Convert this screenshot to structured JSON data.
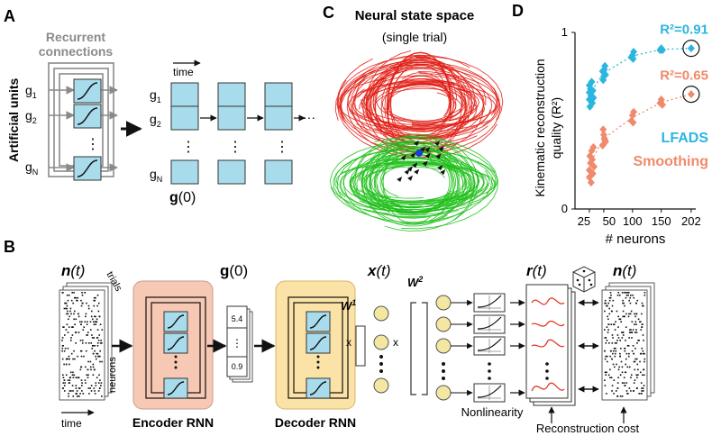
{
  "panels": {
    "a": "A",
    "b": "B",
    "c": "C",
    "d": "D"
  },
  "panel_a": {
    "recurrent_line1": "Recurrent",
    "recurrent_line2": "connections",
    "artificial_units": "Artificial units",
    "g1": "g",
    "g1_sub": "1",
    "g2": "g",
    "g2_sub": "2",
    "gN": "g",
    "gN_sub": "N",
    "vdots": "⋮",
    "time": "time",
    "ellipsis": "···",
    "g0_bold": "g",
    "g0_rest": "(0)"
  },
  "panel_c": {
    "title": "Neural state space",
    "subtitle": "(single trial)",
    "colors": {
      "red": "#e01b12",
      "green": "#1fbf1a",
      "blue": "#1a3bd6"
    }
  },
  "panel_b": {
    "n_t_bold": "n",
    "n_t_rest": "(t)",
    "trials": "trials",
    "neurons": "neurons",
    "time": "time",
    "encoder": "Encoder RNN",
    "g0_bold": "g",
    "g0_rest": "(0)",
    "g0_top": "5.4",
    "g0_dots": "⋮",
    "g0_bot": "0.9",
    "decoder": "Decoder RNN",
    "x_t_bold": "x",
    "x_t_rest": "(t)",
    "w1": "W",
    "w1_sup": "1",
    "w2": "W",
    "w2_sup": "2",
    "times": "x",
    "r_t_bold": "r",
    "r_t_rest": "(t)",
    "n_t2_bold": "n",
    "n_t2_rest": "(t)",
    "nonlinearity": "Nonlinearity",
    "reconstruction": "Reconstruction cost",
    "colors": {
      "encoder_fill": "#f7c9b5",
      "decoder_fill": "#fbe2a6",
      "unit_fill": "#a8dcec",
      "node_fill": "#f4e7a1"
    }
  },
  "chart_data": {
    "type": "scatter",
    "xlabel": "# neurons",
    "ylabel": "Kinematic reconstruction quality (R²)",
    "xlim": [
      0,
      210
    ],
    "ylim": [
      0,
      1
    ],
    "x_ticks": [
      "25",
      "50",
      "100",
      "150",
      "202"
    ],
    "x_tick_values": [
      25,
      50,
      100,
      150,
      202
    ],
    "y_ticks": [
      "0",
      "1"
    ],
    "series": [
      {
        "name": "LFADS",
        "color": "#2bb6e0",
        "label": "R²=0.91",
        "points": [
          [
            25,
            0.66
          ],
          [
            25,
            0.62
          ],
          [
            25,
            0.7
          ],
          [
            26,
            0.58
          ],
          [
            27,
            0.68
          ],
          [
            28,
            0.64
          ],
          [
            29,
            0.72
          ],
          [
            30,
            0.6
          ],
          [
            31,
            0.67
          ],
          [
            32,
            0.63
          ],
          [
            48,
            0.78
          ],
          [
            50,
            0.75
          ],
          [
            52,
            0.81
          ],
          [
            49,
            0.73
          ],
          [
            51,
            0.79
          ],
          [
            53,
            0.76
          ],
          [
            98,
            0.86
          ],
          [
            100,
            0.87
          ],
          [
            102,
            0.89
          ],
          [
            101,
            0.85
          ],
          [
            148,
            0.9
          ],
          [
            150,
            0.91
          ],
          [
            152,
            0.9
          ],
          [
            202,
            0.91
          ]
        ]
      },
      {
        "name": "Smoothing",
        "color": "#f08a6c",
        "label": "R²=0.65",
        "points": [
          [
            25,
            0.22
          ],
          [
            25,
            0.18
          ],
          [
            26,
            0.3
          ],
          [
            27,
            0.26
          ],
          [
            28,
            0.15
          ],
          [
            29,
            0.33
          ],
          [
            30,
            0.28
          ],
          [
            31,
            0.2
          ],
          [
            32,
            0.35
          ],
          [
            33,
            0.24
          ],
          [
            48,
            0.36
          ],
          [
            50,
            0.42
          ],
          [
            52,
            0.39
          ],
          [
            49,
            0.45
          ],
          [
            51,
            0.4
          ],
          [
            53,
            0.38
          ],
          [
            98,
            0.5
          ],
          [
            100,
            0.53
          ],
          [
            102,
            0.55
          ],
          [
            101,
            0.49
          ],
          [
            148,
            0.6
          ],
          [
            150,
            0.62
          ],
          [
            152,
            0.59
          ],
          [
            202,
            0.65
          ]
        ]
      }
    ],
    "legend": [
      "LFADS",
      "Smoothing"
    ],
    "annotations": [
      "R²=0.91",
      "R²=0.65"
    ]
  }
}
